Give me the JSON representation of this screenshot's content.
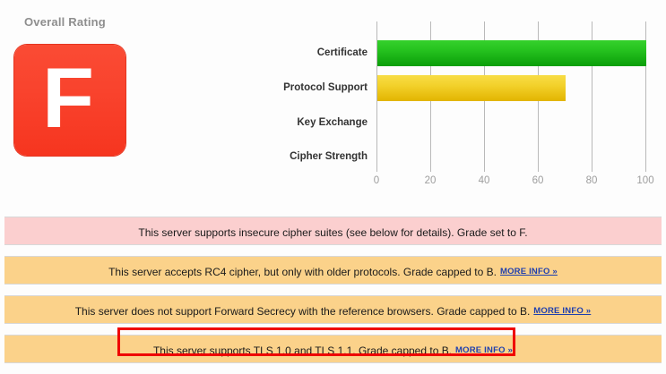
{
  "rating": {
    "title": "Overall Rating",
    "grade": "F",
    "grade_color": "#f9432d"
  },
  "chart_data": {
    "type": "bar",
    "orientation": "horizontal",
    "title": "",
    "xlabel": "",
    "ylabel": "",
    "categories": [
      "Certificate",
      "Protocol Support",
      "Key Exchange",
      "Cipher Strength"
    ],
    "values": [
      100,
      70,
      0,
      0
    ],
    "bar_colors": [
      "#0a9e09",
      "#e2b400",
      "",
      ""
    ],
    "xlim": [
      0,
      100
    ],
    "xticks": [
      0,
      20,
      40,
      60,
      80,
      100
    ],
    "xtick_labels": [
      "0",
      "20",
      "40",
      "60",
      "80",
      "100"
    ],
    "grid": true,
    "legend": false
  },
  "alerts": [
    {
      "text": "This server supports insecure cipher suites (see below for details). Grade set to F.",
      "severity": "error",
      "bg": "#fbcfcf",
      "link": null,
      "highlighted": false
    },
    {
      "text": "This server accepts RC4 cipher, but only with older protocols. Grade capped to B.",
      "severity": "warn",
      "bg": "#fbd28a",
      "link": "MORE INFO »",
      "highlighted": false
    },
    {
      "text": "This server does not support Forward Secrecy with the reference browsers. Grade capped to B.",
      "severity": "warn",
      "bg": "#fbd28a",
      "link": "MORE INFO »",
      "highlighted": false
    },
    {
      "text": "This server supports TLS 1.0 and TLS 1.1. Grade capped to B.",
      "severity": "warn",
      "bg": "#fbd28a",
      "link": "MORE INFO »",
      "highlighted": true,
      "highlight_color": "#ef0000"
    }
  ]
}
